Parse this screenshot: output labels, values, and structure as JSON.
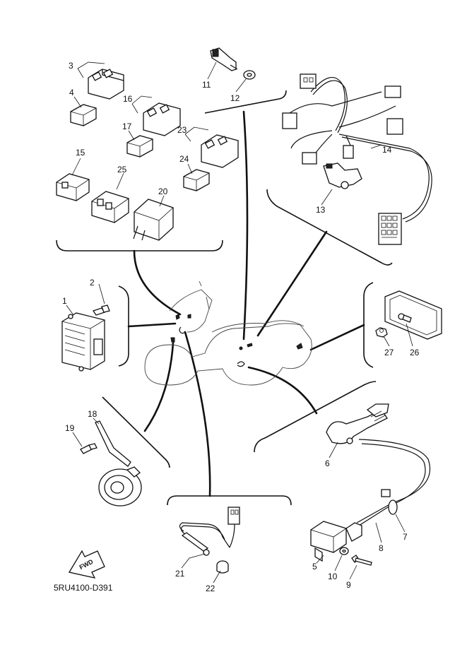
{
  "diagram": {
    "drawing_code": "5RU4100-D391",
    "fwd_label": "FWD",
    "callouts": {
      "c1": "1",
      "c2": "2",
      "c3": "3",
      "c4": "4",
      "c5": "5",
      "c6": "6",
      "c7": "7",
      "c8": "8",
      "c9": "9",
      "c10": "10",
      "c11": "11",
      "c12": "12",
      "c13": "13",
      "c14": "14",
      "c15": "15",
      "c16": "16",
      "c17": "17",
      "c18": "18",
      "c19": "19",
      "c20": "20",
      "c21": "21",
      "c22": "22",
      "c23": "23",
      "c24": "24",
      "c25": "25",
      "c26": "26",
      "c27": "27"
    }
  }
}
